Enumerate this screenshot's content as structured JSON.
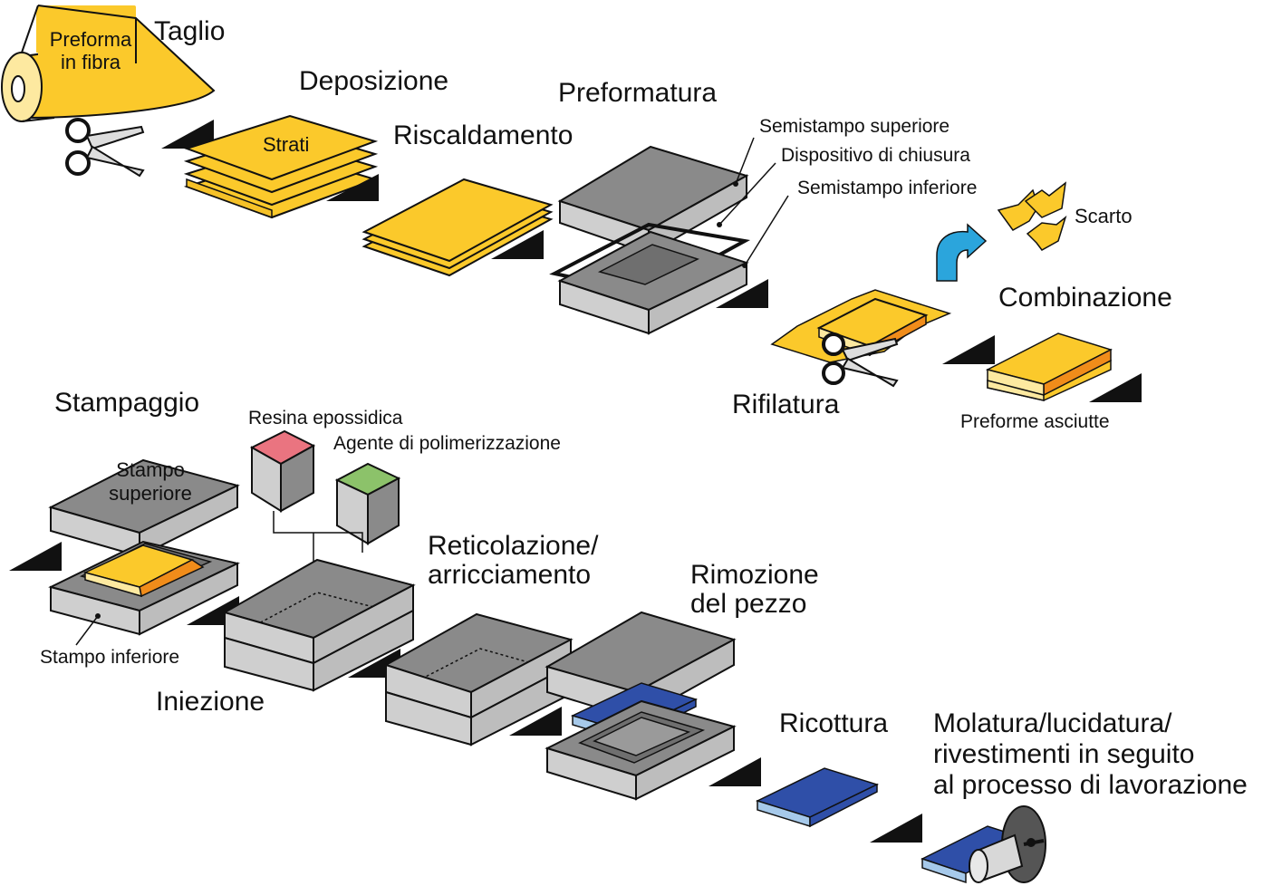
{
  "colors": {
    "fiber": "#fbc92b",
    "fiber_light": "#fde9a0",
    "fiber_dark": "#f5a319",
    "fiber_orange": "#f08c1a",
    "mold_top": "#8a8a8a",
    "mold_side": "#cfcfcf",
    "mold_dark": "#6f6f6f",
    "arrow_blue": "#2ba5dc",
    "part_blue": "#2f4fa8",
    "part_blue_light": "#a6c9ea",
    "resin_red": "#ea7480",
    "hardener_green": "#8cc26a"
  },
  "steps": {
    "cutting": "Taglio",
    "layup": "Deposizione",
    "heating": "Riscaldamento",
    "preforming": "Preformatura",
    "combination": "Combinazione",
    "trimming": "Rifilatura",
    "molding": "Stampaggio",
    "curing_line1": "Reticolazione/",
    "curing_line2": "arricciamento",
    "removal_line1": "Rimozione",
    "removal_line2": "del pezzo",
    "injection": "Iniezione",
    "annealing": "Ricottura",
    "finishing_line1": "Molatura/lucidatura/",
    "finishing_line2": "rivestimenti in seguito",
    "finishing_line3": "al processo di lavorazione"
  },
  "labels": {
    "preform_fiber_line1": "Preforma",
    "preform_fiber_line2": "in fibra",
    "plies": "Strati",
    "upper_half_mold": "Semistampo superiore",
    "clamping_device": "Dispositivo di chiusura",
    "lower_half_mold": "Semistampo inferiore",
    "scrap": "Scarto",
    "dry_preforms": "Preforme asciutte",
    "epoxy_resin": "Resina epossidica",
    "curing_agent": "Agente di polimerizzazione",
    "upper_mold_line1": "Stampo",
    "upper_mold_line2": "superiore",
    "lower_mold": "Stampo inferiore"
  }
}
